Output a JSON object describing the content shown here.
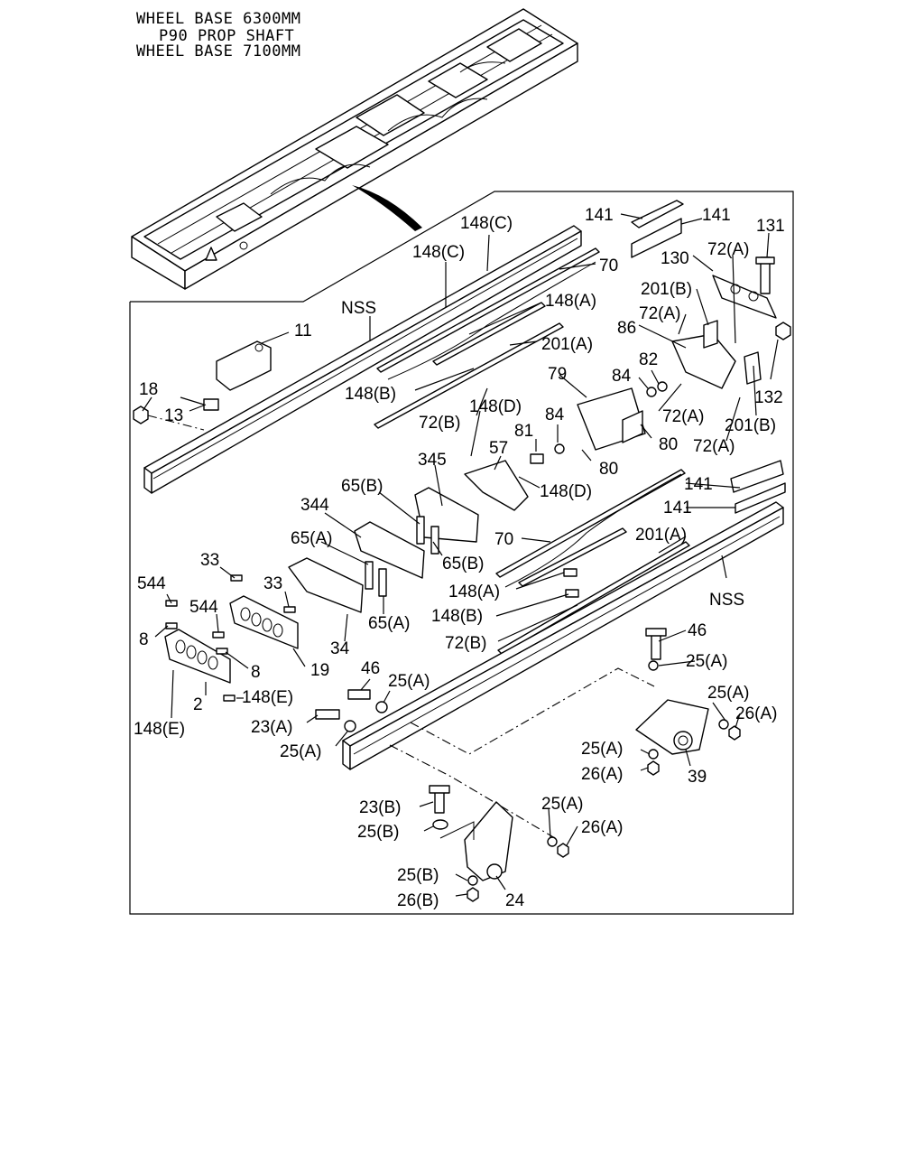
{
  "header": {
    "line1": "WHEEL BASE 6300MM",
    "line2": "P90 PROP SHAFT",
    "line3": "WHEEL BASE 7100MM"
  },
  "labels": {
    "l141a": "141",
    "l141b": "141",
    "l131": "131",
    "l148c1": "148(C)",
    "l148c2": "148(C)",
    "l70a": "70",
    "l130": "130",
    "l72a1": "72(A)",
    "lnss1": "NSS",
    "l148a1": "148(A)",
    "l201b1": "201(B)",
    "l72a2": "72(A)",
    "l11": "11",
    "l86": "86",
    "l201a1": "201(A)",
    "l82": "82",
    "l79": "79",
    "l84a": "84",
    "l18": "18",
    "l148b1": "148(B)",
    "l132": "132",
    "l148d1": "148(D)",
    "l72a3": "72(A)",
    "l13": "13",
    "l84b": "84",
    "l72b1": "72(B)",
    "l201b2": "201(B)",
    "l81": "81",
    "l80a": "80",
    "l72a4": "72(A)",
    "l57": "57",
    "l345": "345",
    "l80b": "80",
    "l148d2": "148(D)",
    "l141c": "141",
    "l65b1": "65(B)",
    "l141d": "141",
    "l344": "344",
    "l70b": "70",
    "l201a2": "201(A)",
    "l65a1": "65(A)",
    "l65b2": "65(B)",
    "l33a": "33",
    "lnss2": "NSS",
    "l544a": "544",
    "l33b": "33",
    "l148a2": "148(A)",
    "l544b": "544",
    "l148b2": "148(B)",
    "l65a2": "65(A)",
    "l8a": "8",
    "l72b2": "72(B)",
    "l46a": "46",
    "l34": "34",
    "l8b": "8",
    "l19": "19",
    "l25a1": "25(A)",
    "l46b": "46",
    "l25a2": "25(A)",
    "l2": "2",
    "l148e1": "148(E)",
    "l25a3": "25(A)",
    "l26a1": "26(A)",
    "l148e2": "148(E)",
    "l23a": "23(A)",
    "l25a4": "25(A)",
    "l25a5": "25(A)",
    "l26a2": "26(A)",
    "l39": "39",
    "l23b": "23(B)",
    "l25a6": "25(A)",
    "l25b1": "25(B)",
    "l26a3": "26(A)",
    "l25b2": "25(B)",
    "l26b": "26(B)",
    "l24": "24"
  }
}
